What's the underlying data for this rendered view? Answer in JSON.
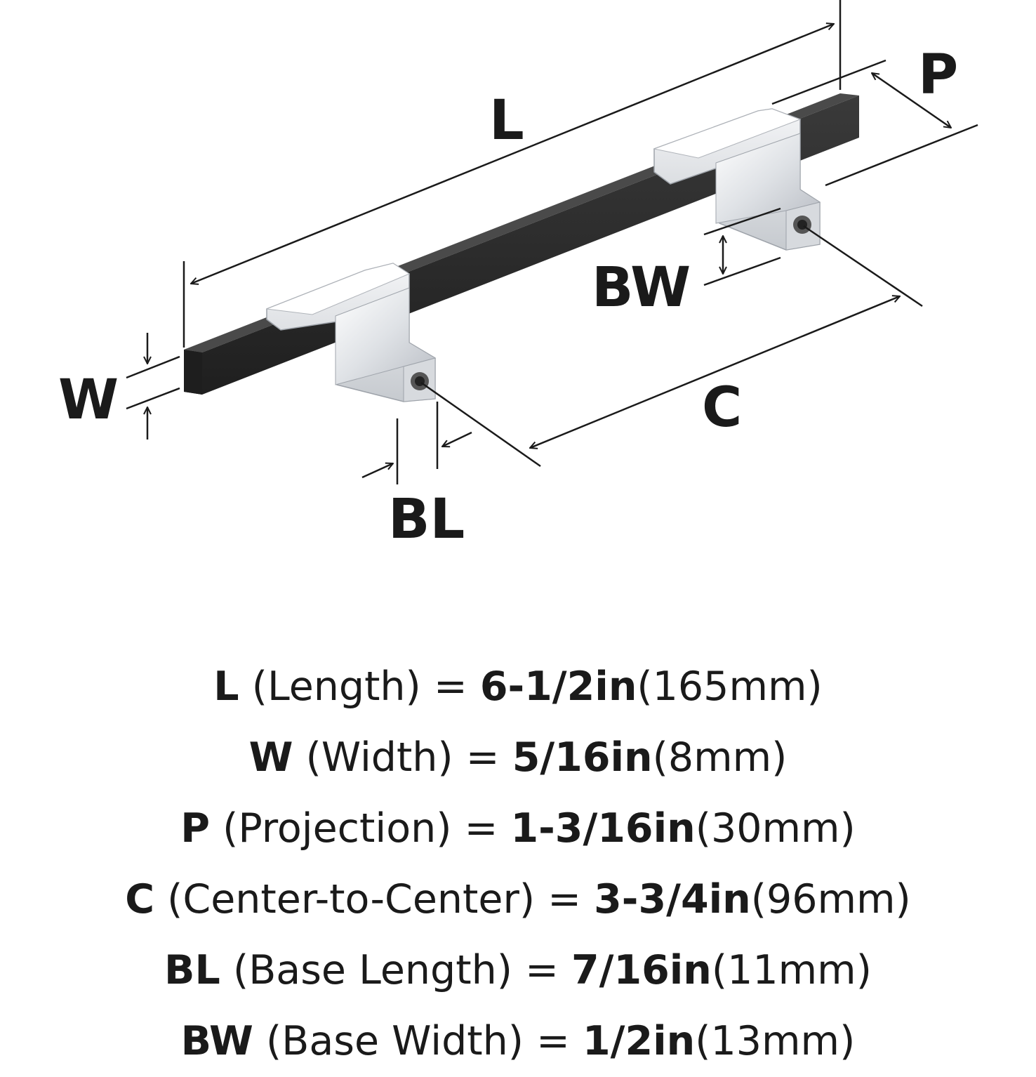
{
  "diagram": {
    "labels": {
      "L": "L",
      "P": "P",
      "BW": "BW",
      "W": "W",
      "C": "C",
      "BL": "BL"
    }
  },
  "specs": [
    {
      "code": "L",
      "name": "(Length)",
      "eq": "=",
      "imperial": "6-1/2in",
      "metric": "(165mm)"
    },
    {
      "code": "W",
      "name": "(Width)",
      "eq": "=",
      "imperial": "5/16in",
      "metric": "(8mm)"
    },
    {
      "code": "P",
      "name": "(Projection)",
      "eq": "=",
      "imperial": "1-3/16in",
      "metric": "(30mm)"
    },
    {
      "code": "C",
      "name": "(Center-to-Center)",
      "eq": "=",
      "imperial": "3-3/4in",
      "metric": "(96mm)"
    },
    {
      "code": "BL",
      "name": "(Base Length)",
      "eq": "=",
      "imperial": "7/16in",
      "metric": "(11mm)"
    },
    {
      "code": "BW",
      "name": "(Base Width)",
      "eq": "=",
      "imperial": "1/2in",
      "metric": "(13mm)"
    }
  ],
  "colors": {
    "bar": "#2b2b2b",
    "chrome": "#e4e6ea",
    "line": "#1a1a1a"
  }
}
